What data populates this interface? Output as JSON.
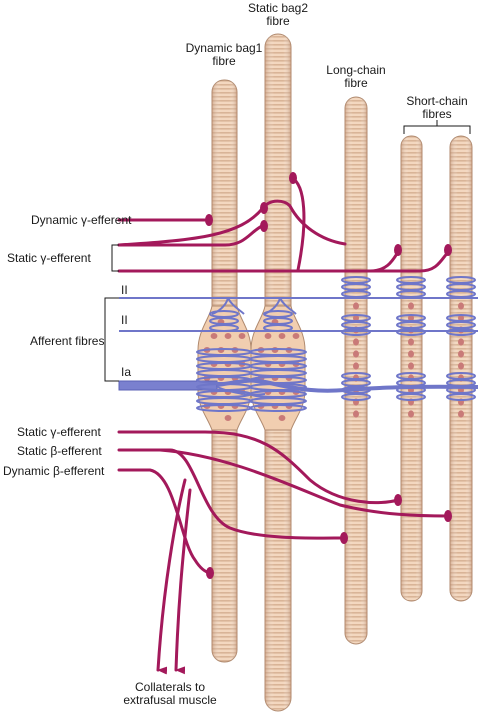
{
  "fibres": {
    "dynamic_bag1": {
      "line1": "Dynamic bag1",
      "line2": "fibre"
    },
    "static_bag2": {
      "line1": "Static bag2",
      "line2": "fibre"
    },
    "long_chain": {
      "line1": "Long-chain",
      "line2": "fibre"
    },
    "short_chain": {
      "line1": "Short-chain",
      "line2": "fibres"
    }
  },
  "left_labels": {
    "dynamic_gamma": "Dynamic γ-efferent",
    "static_gamma_top": "Static γ-efferent",
    "afferent_fibres": "Afferent fibres",
    "afferent_ii_a": "II",
    "afferent_ii_b": "II",
    "afferent_ia": "Ia",
    "static_gamma_bottom": "Static γ-efferent",
    "static_beta": "Static β-efferent",
    "dynamic_beta": "Dynamic β-efferent"
  },
  "collaterals": {
    "line1": "Collaterals to",
    "line2": "extrafusal muscle"
  },
  "colors": {
    "fibre_fill": "#f3d7bf",
    "fibre_stripe": "#d9b497",
    "efferent": "#a3195b",
    "afferent": "#6f76c9",
    "nucleus": "#c97a78"
  }
}
